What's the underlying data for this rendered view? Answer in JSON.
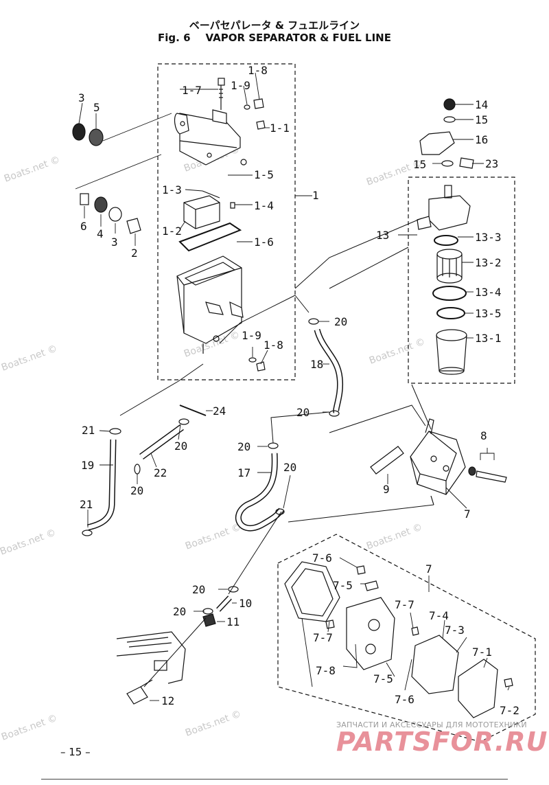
{
  "title_jp": "ベーパセパレータ & フュエルライン",
  "fig_number": "Fig. 6",
  "title_en": "VAPOR SEPARATOR & FUEL LINE",
  "page_number": "– 15 –",
  "footer": {
    "subtitle": "ЗАПЧАСТИ И АКСЕССУАРЫ ДЛЯ МОТОТЕХНИКИ",
    "logo": "PARTSFOR.RU"
  },
  "watermark": "Boats.net ©",
  "callouts": {
    "c1_8_top": "1-8",
    "c1_7": "1-7",
    "c1_9_top": "1-9",
    "c1_1": "1-1",
    "c1_5": "1-5",
    "c1_3": "1-3",
    "c1_4": "1-4",
    "c1_2": "1-2",
    "c1_6": "1-6",
    "c1": "1",
    "c1_9_bot": "1-9",
    "c1_8_bot": "1-8",
    "c3_top": "3",
    "c5": "5",
    "c6": "6",
    "c4": "4",
    "c3_bot": "3",
    "c2": "2",
    "c14": "14",
    "c15_top": "15",
    "c16": "16",
    "c15_bot": "15",
    "c23": "23",
    "c13": "13",
    "c13_3": "13-3",
    "c13_2": "13-2",
    "c13_4": "13-4",
    "c13_5": "13-5",
    "c13_1": "13-1",
    "c20_a": "20",
    "c18": "18",
    "c20_b": "20",
    "c24": "24",
    "c21_top": "21",
    "c20_c": "20",
    "c19": "19",
    "c22": "22",
    "c20_d": "20",
    "c21_bot": "21",
    "c20_e": "20",
    "c17": "17",
    "c20_f": "20",
    "c8": "8",
    "c9": "9",
    "c7_pump": "7",
    "c7_group": "7",
    "c7_6_top": "7-6",
    "c7_5_top": "7-5",
    "c7_7_right": "7-7",
    "c7_4": "7-4",
    "c7_7_left": "7-7",
    "c7_3": "7-3",
    "c7_1": "7-1",
    "c7_8": "7-8",
    "c7_5_bot": "7-5",
    "c7_6_bot": "7-6",
    "c7_2": "7-2",
    "c20_g": "20",
    "c10": "10",
    "c20_h": "20",
    "c11": "11",
    "c12": "12"
  }
}
